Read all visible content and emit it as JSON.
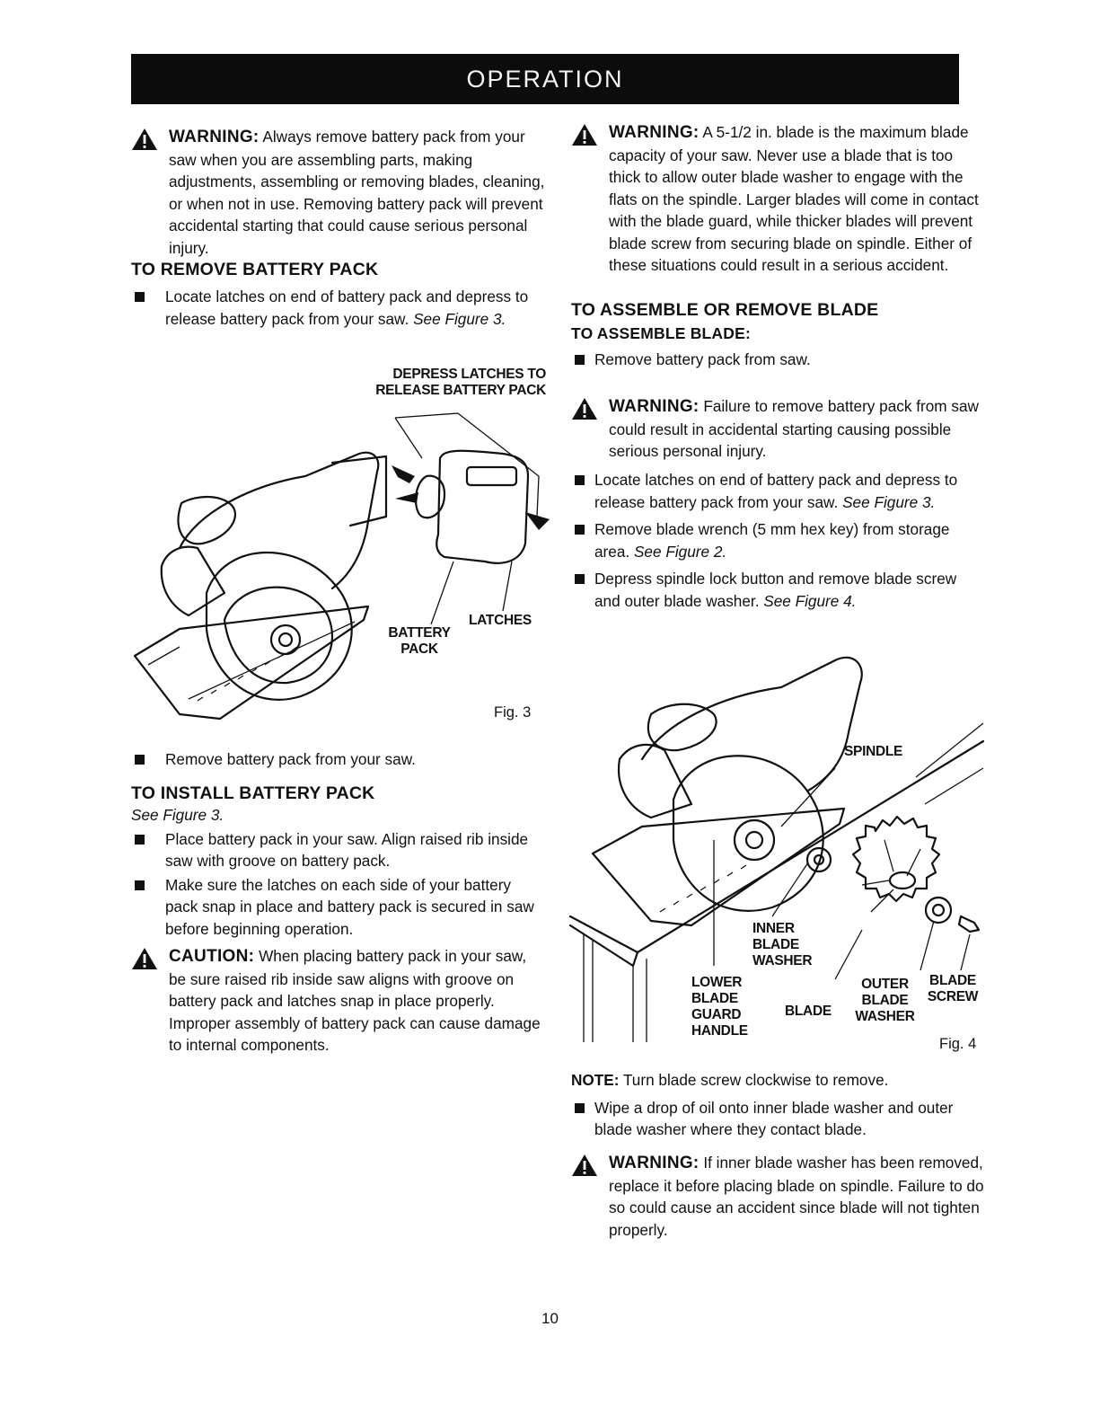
{
  "header": {
    "title": "OPERATION"
  },
  "left": {
    "warning1": {
      "label": "WARNING:",
      "text": "Always remove battery pack from your saw when you are assembling parts, making adjustments, assembling or removing blades, cleaning, or when not in use. Removing battery pack will prevent accidental starting that could cause serious personal injury."
    },
    "remove_heading": "TO REMOVE BATTERY PACK",
    "remove_bullet": "Locate latches on end of battery pack and depress to release battery pack from your saw.",
    "remove_bullet_ref": "See Figure 3.",
    "fig3": {
      "callout_depress": "DEPRESS LATCHES TO RELEASE BATTERY PACK",
      "callout_latches": "LATCHES",
      "callout_battery": "BATTERY PACK",
      "label": "Fig. 3"
    },
    "remove_bullet2": "Remove battery pack from your saw.",
    "install_heading": "TO INSTALL BATTERY PACK",
    "install_ref": "See Figure 3.",
    "install_bullets": [
      "Place battery pack in your saw. Align raised rib inside saw with groove on battery pack.",
      "Make sure the latches on each side of your battery pack snap in place and battery pack is secured in saw before beginning operation."
    ],
    "caution": {
      "label": "CAUTION:",
      "text": "When placing battery pack in your saw, be sure raised rib inside saw aligns with groove on battery pack and latches snap in place properly. Improper assembly of battery pack can cause damage to internal components."
    }
  },
  "right": {
    "warning1": {
      "label": "WARNING:",
      "text": "A 5-1/2 in. blade is the maximum blade capacity of your saw. Never use a blade that is too thick to allow outer blade washer to engage with the flats on the spindle. Larger blades will come in contact with the blade guard, while thicker blades will prevent blade screw from securing blade on spindle. Either of these situations could result in a serious accident."
    },
    "heading": "TO ASSEMBLE OR REMOVE BLADE",
    "subheading": "TO ASSEMBLE BLADE:",
    "bullet1": "Remove battery pack from saw.",
    "warning2": {
      "label": "WARNING:",
      "text": "Failure to remove battery pack from saw could result in accidental starting causing possible serious personal injury."
    },
    "bullet2": "Locate latches on end of battery pack and depress to release battery pack from your saw.",
    "bullet2_ref": "See Figure 3.",
    "bullet3": "Remove blade wrench (5 mm hex key) from storage area.",
    "bullet3_ref": "See Figure 2.",
    "bullet4": "Depress spindle lock button and remove blade screw and outer blade washer.",
    "bullet4_ref": "See Figure 4.",
    "fig4": {
      "spindle": "SPINDLE",
      "inner_washer": "INNER BLADE WASHER",
      "lower_guard": "LOWER BLADE GUARD HANDLE",
      "blade": "BLADE",
      "outer_washer": "OUTER BLADE WASHER",
      "blade_screw": "BLADE SCREW",
      "label": "Fig. 4"
    },
    "note_label": "NOTE:",
    "note_text": "Turn blade screw clockwise to remove.",
    "bullet5": "Wipe a drop of oil onto inner blade washer and outer blade washer where they contact blade.",
    "warning3": {
      "label": "WARNING:",
      "text": "If inner blade washer has been removed, replace it before placing blade on spindle. Failure to do so could cause an accident since blade will not tighten properly."
    }
  },
  "footer": {
    "page_number": "10"
  }
}
